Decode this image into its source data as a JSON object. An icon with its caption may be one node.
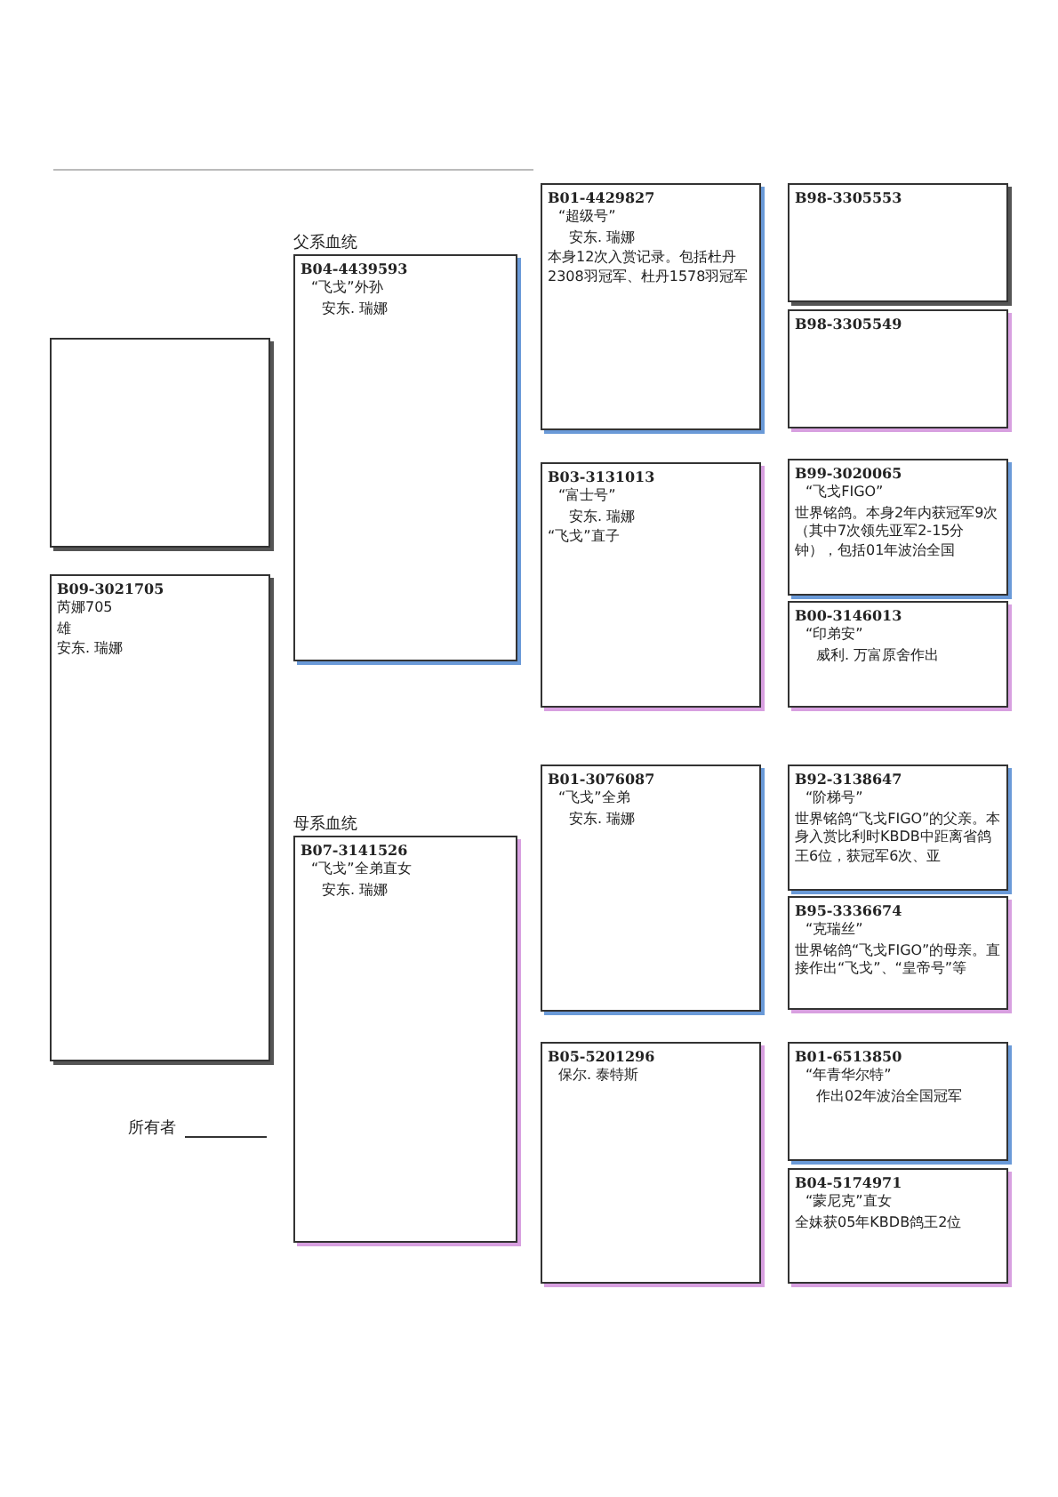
{
  "diagram": {
    "nodes": [
      {
        "text": [],
        "shape": "box"
      },
      {
        "text": [
          "B09-3021705",
          "芮娜705",
          "雄",
          "安东. 瑞娜"
        ]
      },
      {
        "text": [
          "父系血统",
          "B04-4439593",
          "“飞戈”外孙",
          "安东. 瑞娜"
        ]
      },
      {
        "text": [
          "B01-4429827",
          "“超级号”",
          "安东. 瑞娜",
          "本身12次入赏记录。包括杜丹2308羽冠军、杜丹1578羽冠军"
        ]
      },
      {
        "text": [
          "B98-3305553"
        ]
      },
      {
        "text": [
          "B98-3305549"
        ]
      },
      {
        "text": [
          "B03-3131013",
          "“富士号”",
          "安东. 瑞娜",
          "“飞戈”直子"
        ]
      },
      {
        "text": [
          "B99-3020065",
          "“飞戈FIGO”",
          "世界铭鸽。本身2年内获冠军9次（其中7次领先亚军2-15分钟），包括01年波治全国"
        ]
      },
      {
        "text": [
          "B00-3146013",
          "“印弟安”",
          "威利. 万富原舍作出"
        ]
      },
      {
        "text": [
          "母系血统",
          "B07-3141526",
          "“飞戈”全弟直女",
          "安东. 瑞娜"
        ]
      },
      {
        "text": [
          "B01-3076087",
          "“飞戈”全弟",
          "安东. 瑞娜"
        ]
      },
      {
        "text": [
          "B92-3138647",
          "“阶梯号”",
          "世界铭鸽“飞戈FIGO”的父亲。本身入赏比利时KBDB中距离省鸽王6位，获冠军6次、亚"
        ]
      },
      {
        "text": [
          "B95-3336674",
          "“克瑞丝”",
          "世界铭鸽“飞戈FIGO”的母亲。直接作出“飞戈”、“皇帝号”等"
        ]
      },
      {
        "text": [
          "B05-5201296",
          "保尔. 泰特斯"
        ]
      },
      {
        "text": [
          "B01-6513850",
          "“年青华尔特”",
          "作出02年波治全国冠军"
        ]
      },
      {
        "text": [
          "B04-5174971",
          "“蒙尼克”直女",
          "全妹获05年KBDB鸽王2位"
        ]
      }
    ],
    "labels": [
      "所有者"
    ]
  }
}
